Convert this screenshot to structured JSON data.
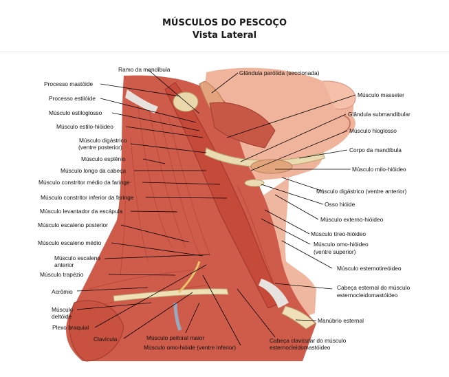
{
  "header": {
    "title": "MÚSCULOS DO PESCOÇO",
    "subtitle": "Vista Lateral"
  },
  "labels": {
    "ramo_mandibula": "Ramo da mandíbula",
    "glandula_parotida": "Glândula parótida (seccionada)",
    "processo_mastoide": "Processo mastóide",
    "processo_estiloide": "Processo estilóide",
    "musculo_estiloglosso": "Músculo estiloglosso",
    "musculo_estilo_hioideo": "Músculo estilo-hióideo",
    "musculo_digastrico_post_1": "Músculo digástrico",
    "musculo_digastrico_post_2": "(ventre posterior)",
    "musculo_esplenio": "Músculo esplênio",
    "musculo_longo_cabeca": "Músculo longo da cabeça",
    "constritor_medio": "Músculo constritor médio da faringe",
    "constritor_inferior": "Músculo constritor inferior da faringe",
    "levantador_escapula": "Músculo levantador da escápula",
    "escaleno_posterior": "Músculo escaleno posterior",
    "escaleno_medio": "Músculo escaleno médio",
    "escaleno_anterior_1": "Músculo escaleno",
    "escaleno_anterior_2": "anterior",
    "trapezio": "Músculo trapézio",
    "acromio": "Acrômio",
    "deltoide_1": "Músculo",
    "deltoide_2": "deltóide",
    "plexo_braquial": "Plexo braquial",
    "clavicula": "Clavícula",
    "peitoral_maior": "Músculo peitoral maior",
    "omo_hioideo_inferior": "Músculo omo-hióide (ventre inferior)",
    "cabeca_clavicular_1": "Cabeça clavicular do músculo",
    "cabeca_clavicular_2": "esternocleidomastóideo",
    "masseter": "Músculo masseter",
    "glandula_submandibular": "Glândula submandibular",
    "hioglosso": "Músculo hioglosso",
    "corpo_mandibula": "Corpo da mandíbula",
    "milo_hioideo": "Músculo milo-hióideo",
    "digastrico_anterior": "Músculo digástrico (ventre anterior)",
    "osso_hioide": "Osso hióide",
    "externo_hioideo": "Músculo externo-hióideo",
    "tireo_hioideo": "Músculo tíreo-hióideo",
    "omo_hioideo_sup_1": "Músculo omo-hióideo",
    "omo_hioideo_sup_2": "(ventre superior)",
    "esternotireoideo": "Músculo esternotireóideo",
    "cabeca_esternal_1": "Cabeça esternal do músculo",
    "cabeca_esternal_2": "esternocleidomastóideo",
    "manubrio": "Manúbrio esternal"
  },
  "colors": {
    "skin": "#f2b8a2",
    "muscle": "#cf5a48",
    "muscle_dark": "#a8382c",
    "tendon": "#e6e0dc",
    "bone": "#efe0b8",
    "gland": "#e2a47a",
    "leader_line": "#000000"
  }
}
